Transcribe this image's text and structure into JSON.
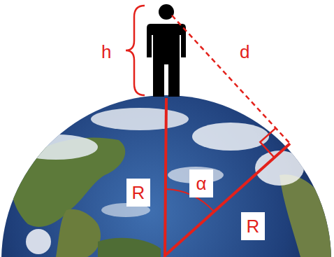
{
  "diagram": {
    "nodes": [
      {
        "text": [
          "R"
        ]
      },
      {
        "text": [
          "α"
        ]
      },
      {
        "text": [
          "R"
        ]
      }
    ],
    "labels": [
      "h",
      "d"
    ]
  }
}
